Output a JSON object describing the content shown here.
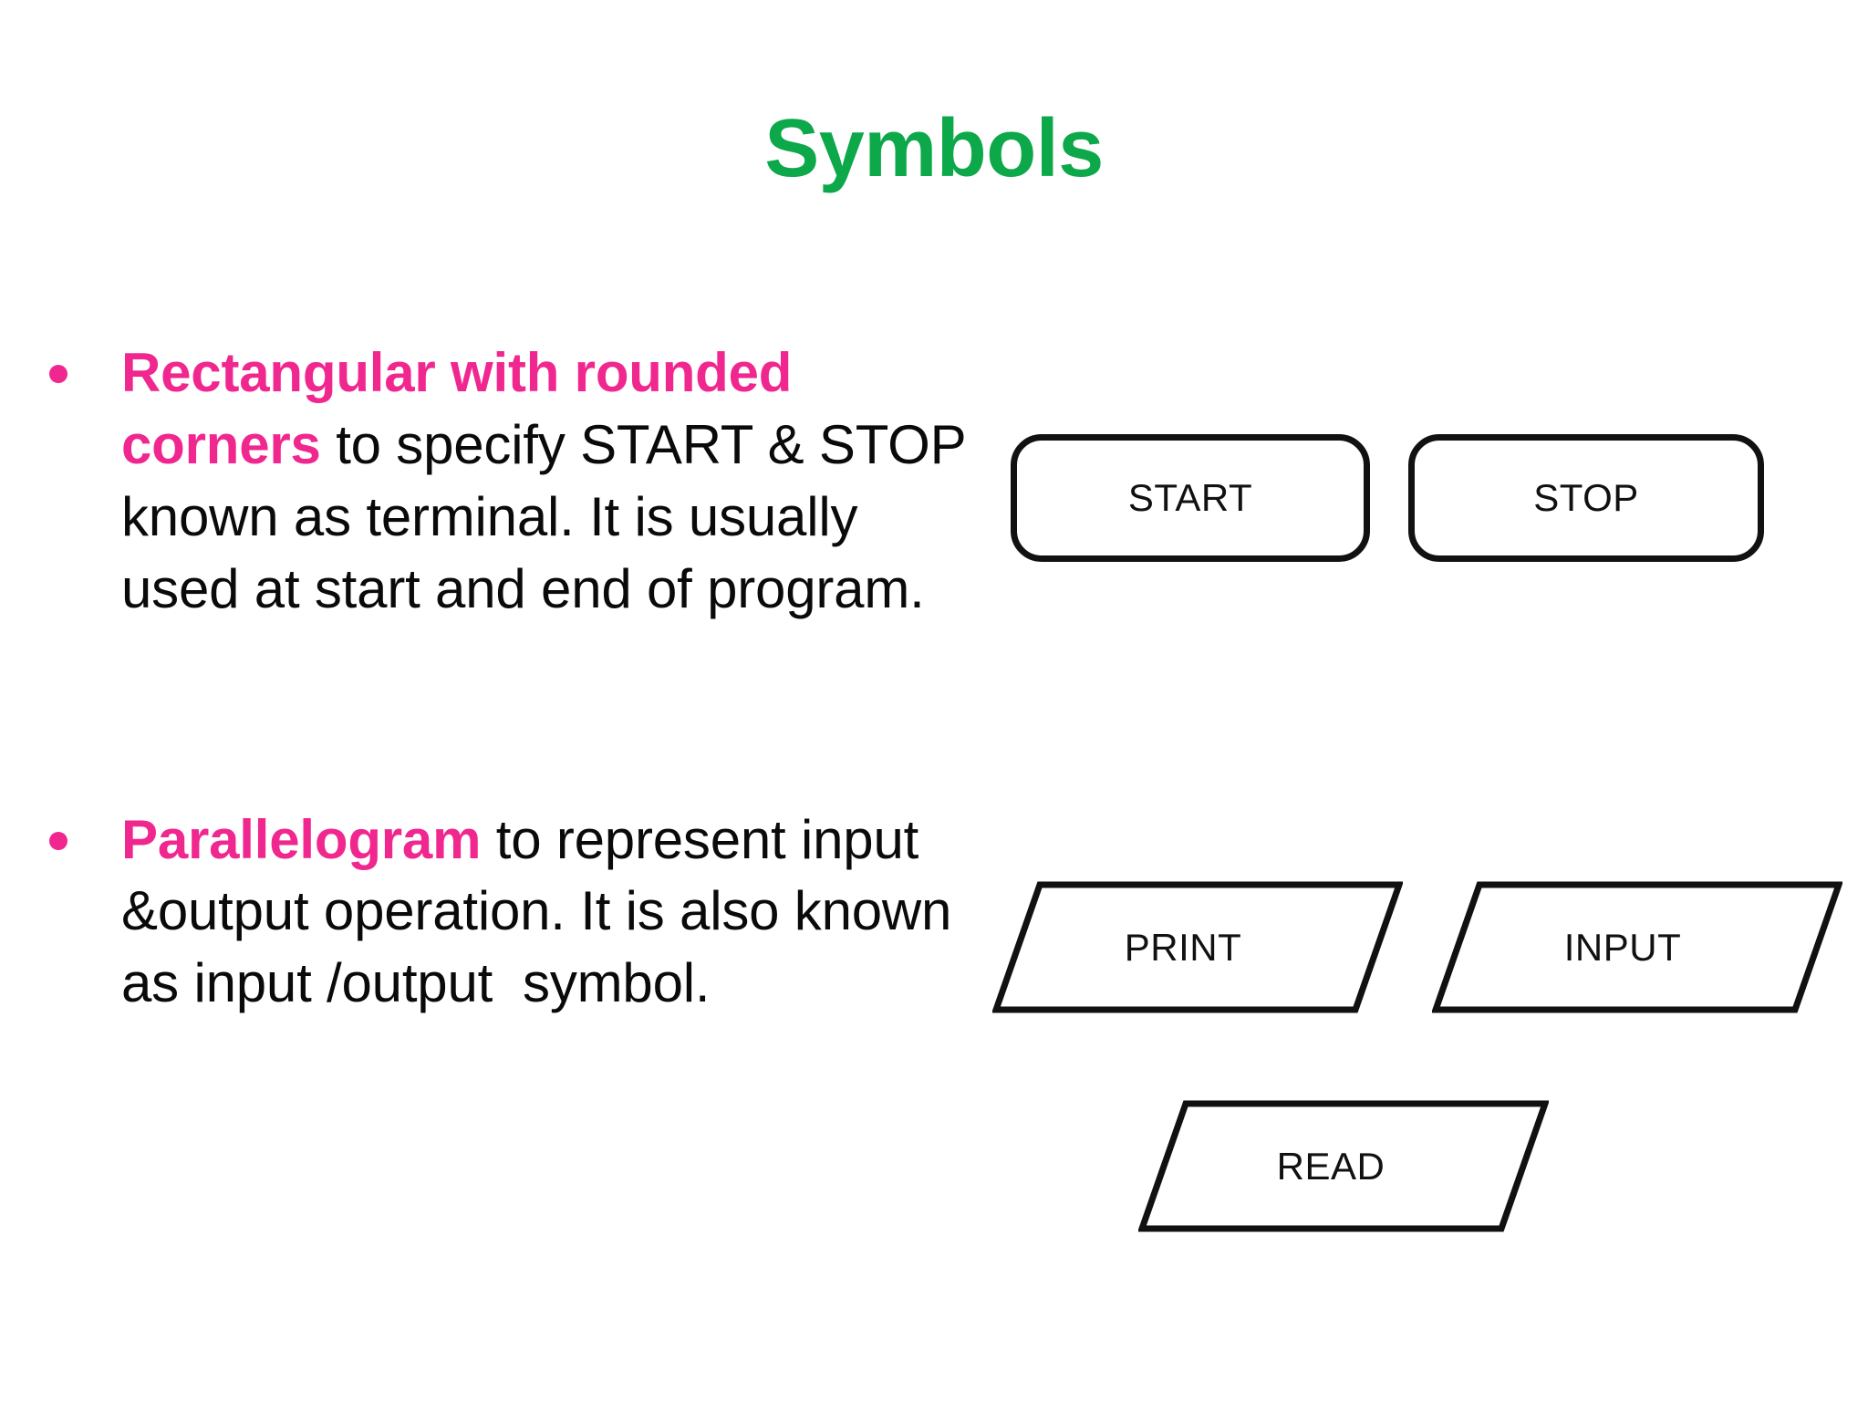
{
  "slide": {
    "title": "Symbols",
    "background_color": "#FFFFFF",
    "title_color": "#0CA84A",
    "accent_color": "#F0278F",
    "text_color": "#0A0A0A",
    "shape_stroke_color": "#111111"
  },
  "bullets": [
    {
      "marker": "•",
      "lead": "Rectangular with rounded corners",
      "rest": " to specify START & STOP known as terminal. It is usually used at start and end of program."
    },
    {
      "marker": "•",
      "lead": "Parallelogram",
      "rest": " to represent input &output operation. It is also known as input /output  symbol."
    }
  ],
  "shapes": [
    {
      "id": "start",
      "label": "START",
      "type": "rounded-rectangle"
    },
    {
      "id": "stop",
      "label": "STOP",
      "type": "rounded-rectangle"
    },
    {
      "id": "print",
      "label": "PRINT",
      "type": "parallelogram"
    },
    {
      "id": "input",
      "label": "INPUT",
      "type": "parallelogram"
    },
    {
      "id": "read",
      "label": "READ",
      "type": "parallelogram"
    }
  ]
}
